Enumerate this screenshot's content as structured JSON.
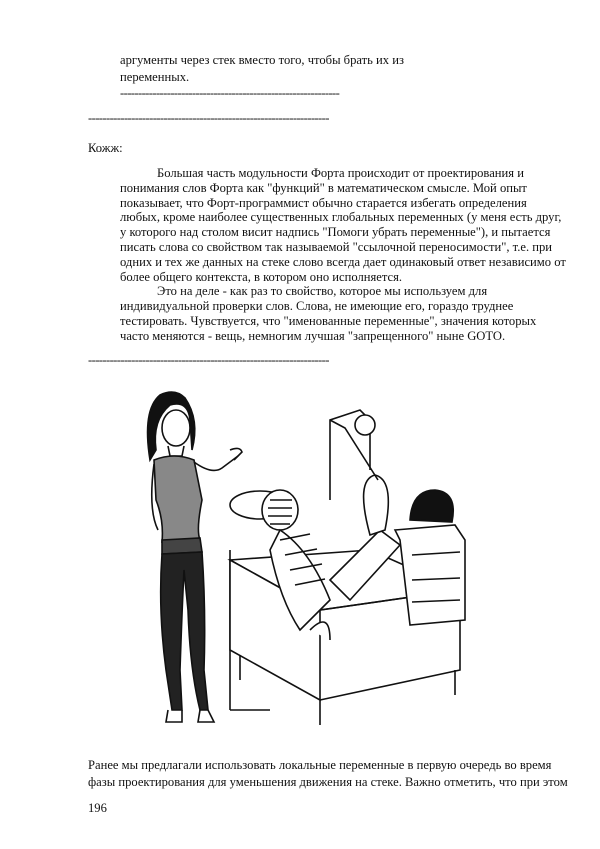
{
  "top_quote": {
    "lines": [
      "аргументы через стек вместо того, чтобы брать их из",
      "переменных."
    ],
    "rule": "-------------------------------------------------------------"
  },
  "separator_1": "-------------------------------------------------------------------",
  "speaker": "Кожж:",
  "quote": {
    "para1": [
      "Большая часть модульности Форта происходит от проектирования и",
      "понимания слов Форта как \"функций\" в математическом смысле. Мой опыт",
      "показывает, что Форт-программист обычно старается избегать определения",
      "любых, кроме наиболее существенных глобальных переменных (у меня есть друг,",
      "у которого над столом висит надпись \"Помоги убрать переменные\"), и пытается",
      "писать слова со свойством так называемой \"ссылочной переносимости\", т.е. при",
      "одних и тех же данных на стеке слово всегда дает одинаковый ответ независимо от",
      "более общего контекста, в котором оно исполняется."
    ],
    "para2": [
      "Это на деле - как раз то свойство, которое мы используем для",
      "индивидуальной проверки слов. Слова, не имеющие его, гораздо труднее",
      "тестировать. Чувствуется, что \"именованные переменные\", значения которых",
      "часто меняются - вещь, немногим лучшая \"запрещенного\" ныне GOTO."
    ]
  },
  "separator_2": "-------------------------------------------------------------------",
  "illustration": "cartoon-woman-presenting-bandaged-patient-in-traction",
  "body": [
    "Ранее мы предлагали использовать локальные переменные в первую очередь во время",
    "фазы проектирования для уменьшения движения на стеке. Важно отметить, что при этом"
  ],
  "page_number": "196"
}
